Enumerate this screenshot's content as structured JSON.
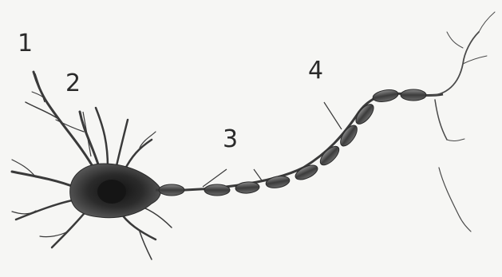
{
  "diagram": {
    "subject": "neuron",
    "callouts": [
      {
        "id": "1",
        "text": "1"
      },
      {
        "id": "2",
        "text": "2"
      },
      {
        "id": "3",
        "text": "3"
      },
      {
        "id": "4",
        "text": "4"
      }
    ],
    "colors": {
      "background": "#f6f6f4",
      "cell_body": "#2b2b2b",
      "nucleus": "#151515",
      "sheath": "#505050",
      "line": "#3a3a3a"
    }
  }
}
